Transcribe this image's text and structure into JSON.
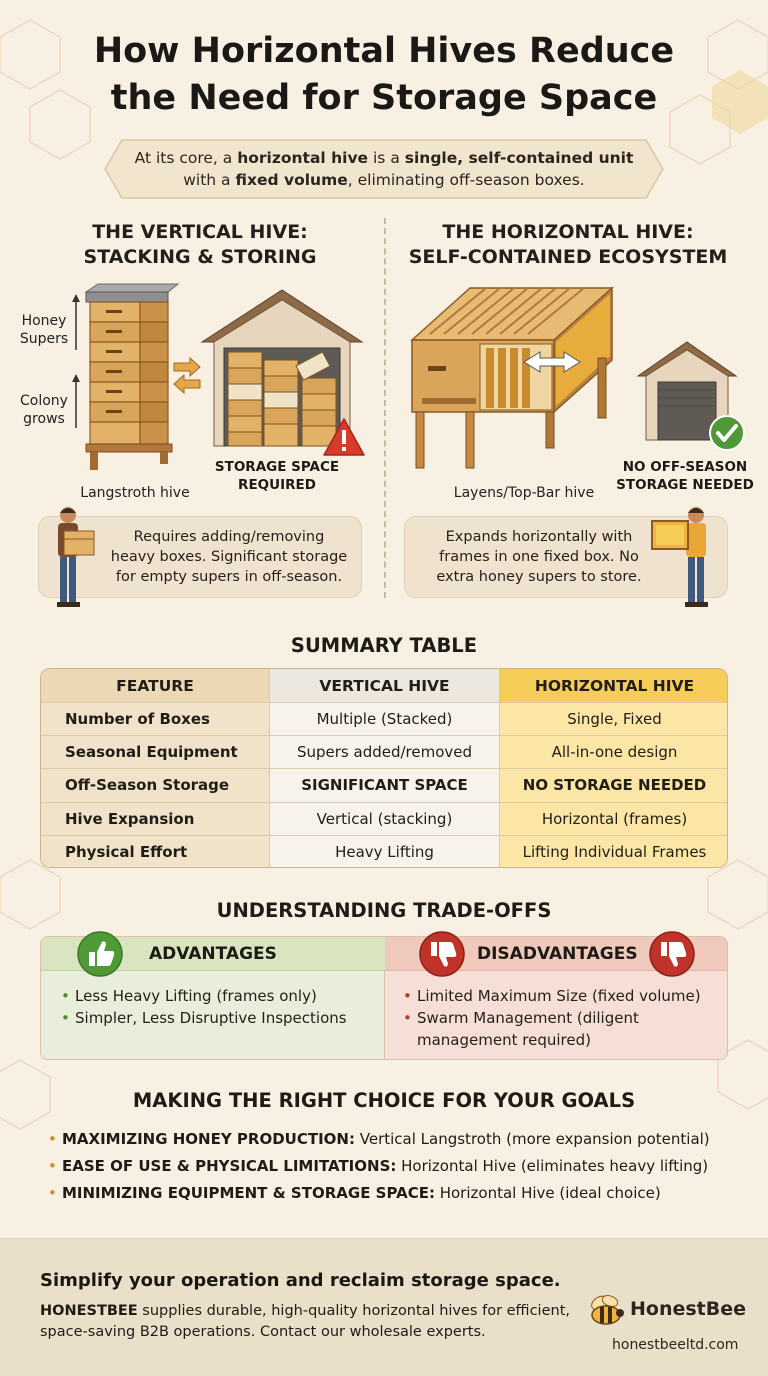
{
  "title": {
    "line1": "How Horizontal Hives Reduce",
    "line2": "the Need for Storage Space"
  },
  "banner": {
    "p1": "At its core, a ",
    "b1": "horizontal hive",
    "p2": " is a ",
    "b2": "single, self-contained unit",
    "p3": "with a ",
    "b3": "fixed volume",
    "p4": ", eliminating off-season boxes."
  },
  "vertical": {
    "heading1": "THE VERTICAL HIVE:",
    "heading2": "STACKING & STORING",
    "label_supers_1": "Honey",
    "label_supers_2": "Supers",
    "label_colony_1": "Colony",
    "label_colony_2": "grows",
    "hive_label": "Langstroth hive",
    "storage_label_1": "STORAGE SPACE",
    "storage_label_2": "REQUIRED",
    "note_1": "Requires adding/removing",
    "note_2": "heavy boxes. Significant storage",
    "note_3": "for empty supers in off-season."
  },
  "horizontal": {
    "heading1": "THE HORIZONTAL HIVE:",
    "heading2": "SELF-CONTAINED ECOSYSTEM",
    "hive_label": "Layens/Top-Bar hive",
    "storage_label_1": "NO OFF-SEASON",
    "storage_label_2": "STORAGE NEEDED",
    "note_1": "Expands horizontally with",
    "note_2": "frames in one fixed box. No",
    "note_3": "extra honey supers to store."
  },
  "summary": {
    "title": "SUMMARY TABLE",
    "headers": [
      "FEATURE",
      "VERTICAL HIVE",
      "HORIZONTAL HIVE"
    ],
    "rows": [
      [
        "Number of Boxes",
        "Multiple (Stacked)",
        "Single, Fixed"
      ],
      [
        "Seasonal Equipment",
        "Supers added/removed",
        "All-in-one design"
      ],
      [
        "Off-Season Storage",
        "SIGNIFICANT SPACE",
        "NO STORAGE NEEDED"
      ],
      [
        "Hive Expansion",
        "Vertical (stacking)",
        "Horizontal (frames)"
      ],
      [
        "Physical Effort",
        "Heavy Lifting",
        "Lifting Individual Frames"
      ]
    ]
  },
  "tradeoffs": {
    "title": "UNDERSTANDING TRADE-OFFS",
    "advantages_title": "ADVANTAGES",
    "advantages": [
      "Less Heavy Lifting (frames only)",
      "Simpler, Less Disruptive Inspections"
    ],
    "disadvantages_title": "DISADVANTAGES",
    "disadvantages": [
      "Limited Maximum Size (fixed volume)",
      "Swarm Management (diligent",
      "management required)"
    ]
  },
  "goals": {
    "title": "MAKING THE RIGHT CHOICE FOR YOUR GOALS",
    "items": [
      {
        "label": "MAXIMIZING HONEY PRODUCTION:",
        "text": " Vertical Langstroth (more expansion potential)"
      },
      {
        "label": "EASE OF USE & PHYSICAL LIMITATIONS:",
        "text": " Horizontal Hive (eliminates heavy lifting)"
      },
      {
        "label": "MINIMIZING EQUIPMENT & STORAGE SPACE:",
        "text": " Horizontal Hive (ideal choice)"
      }
    ]
  },
  "footer": {
    "title": "Simplify your operation and reclaim storage space.",
    "brand_bold": "HONESTBEE",
    "text": " supplies durable, high-quality horizontal hives for efficient, space-saving B2B operations. Contact our wholesale experts.",
    "brand_name": "HonestBee",
    "url": "honestbeeltd.com"
  },
  "colors": {
    "background": "#f8f1e3",
    "wood": "#d9a55a",
    "honey": "#f6cd58",
    "green": "#4f9a36",
    "red": "#c0332b"
  },
  "icons": [
    "thumbs-up-icon",
    "thumbs-down-icon",
    "warning-icon",
    "check-icon",
    "arrows-icon",
    "bee-icon"
  ]
}
